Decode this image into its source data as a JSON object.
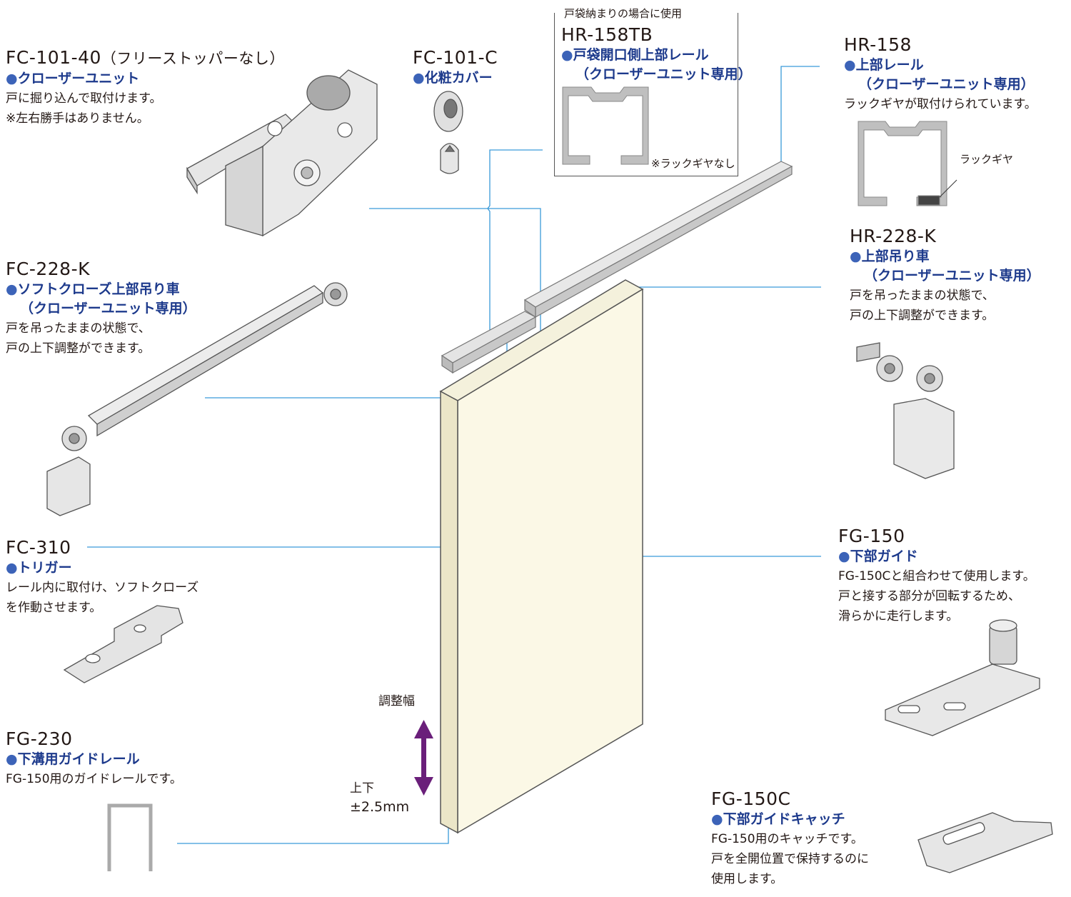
{
  "parts": {
    "fc101_40": {
      "code": "FC-101-40",
      "suffix": "（フリーストッパーなし）",
      "sub": "クローザーユニット",
      "desc": [
        "戸に掘り込んで取付けます。",
        "※左右勝手はありません。"
      ]
    },
    "fc101c": {
      "code": "FC-101-C",
      "sub": "化粧カバー"
    },
    "hr158tb": {
      "caption": "戸袋納まりの場合に使用",
      "code": "HR-158TB",
      "sub": [
        "戸袋開口側上部レール",
        "（クローザーユニット専用）"
      ],
      "note": "※ラックギヤなし"
    },
    "hr158": {
      "code": "HR-158",
      "sub": [
        "上部レール",
        "（クローザーユニット専用）"
      ],
      "desc": [
        "ラックギヤが取付けられています。"
      ],
      "label": "ラックギヤ"
    },
    "fc228k": {
      "code": "FC-228-K",
      "sub": [
        "ソフトクローズ上部吊り車",
        "（クローザーユニット専用）"
      ],
      "desc": [
        "戸を吊ったままの状態で、",
        "戸の上下調整ができます。"
      ]
    },
    "hr228k": {
      "code": "HR-228-K",
      "sub": [
        "上部吊り車",
        "（クローザーユニット専用）"
      ],
      "desc": [
        "戸を吊ったままの状態で、",
        "戸の上下調整ができます。"
      ]
    },
    "fc310": {
      "code": "FC-310",
      "sub": "トリガー",
      "desc": [
        "レール内に取付け、ソフトクローズ",
        "を作動させます。"
      ]
    },
    "fg150": {
      "code": "FG-150",
      "sub": "下部ガイド",
      "desc": [
        "FG-150Cと組合わせて使用します。",
        "戸と接する部分が回転するため、",
        "滑らかに走行します。"
      ]
    },
    "fg230": {
      "code": "FG-230",
      "sub": "下溝用ガイドレール",
      "desc": [
        "FG-150用のガイドレールです。"
      ]
    },
    "fg150c": {
      "code": "FG-150C",
      "sub": "下部ガイドキャッチ",
      "desc": [
        "FG-150用のキャッチです。",
        "戸を全開位置で保持するのに",
        "使用します。"
      ]
    }
  },
  "adjust": {
    "label": "調整幅",
    "range_line1": "上下",
    "range_line2": "±2.5mm"
  },
  "colors": {
    "leader": "#3a9ad9",
    "door": "#fbf8e6",
    "arrow": "#6a1f7a",
    "accent": "#1d3a8c"
  }
}
